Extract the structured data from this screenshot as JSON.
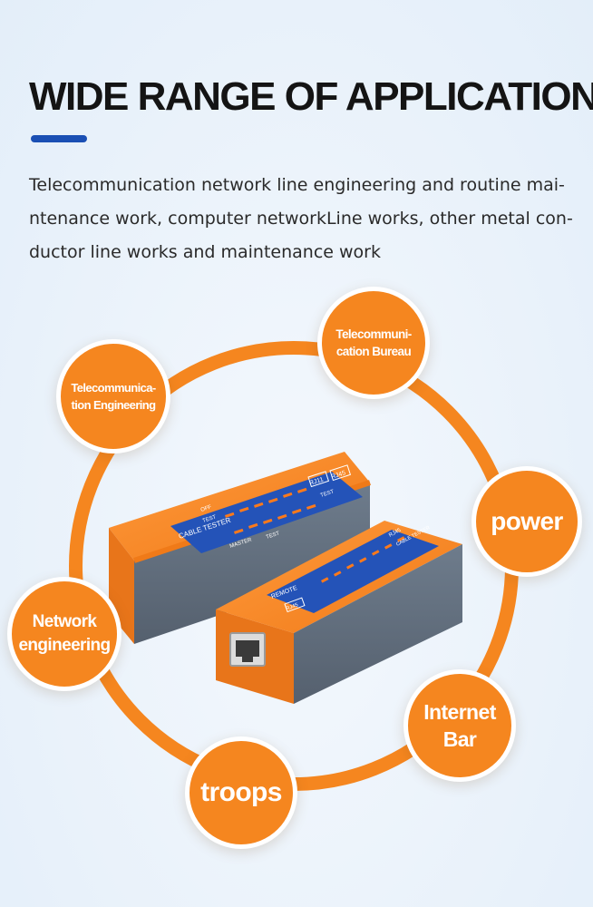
{
  "header": {
    "title": "WIDE RANGE OF APPLICATION",
    "description_lines": [
      "Telecommunication network line engineering and routine mai-",
      "ntenance work, computer networkLine works, other metal con-",
      "ductor line works and maintenance work"
    ]
  },
  "applications": [
    {
      "label": "Telecommuni-\ncation Bureau"
    },
    {
      "label": "Telecommunica-\ntion Engineering"
    },
    {
      "label": "power"
    },
    {
      "label": "Network\nengineering"
    },
    {
      "label": "Internet\nBar"
    },
    {
      "label": "troops"
    }
  ],
  "device": {
    "master_model_1": "RJ11",
    "master_model_2": "RJ45",
    "label_test": "TEST",
    "label_off": "OFF",
    "label_test_small": "TEST",
    "label_cable_tester": "CABLE TESTER",
    "label_master": "MASTER",
    "label_test_right": "TEST",
    "remote_model": "RJ45",
    "remote_cable_tester": "CABLE TESTER",
    "remote_label": "REMOTE",
    "remote_port": "RJ45"
  },
  "colors": {
    "accent_orange": "#f5861f",
    "accent_blue": "#1a4fb4",
    "panel_blue": "#2453b8"
  }
}
